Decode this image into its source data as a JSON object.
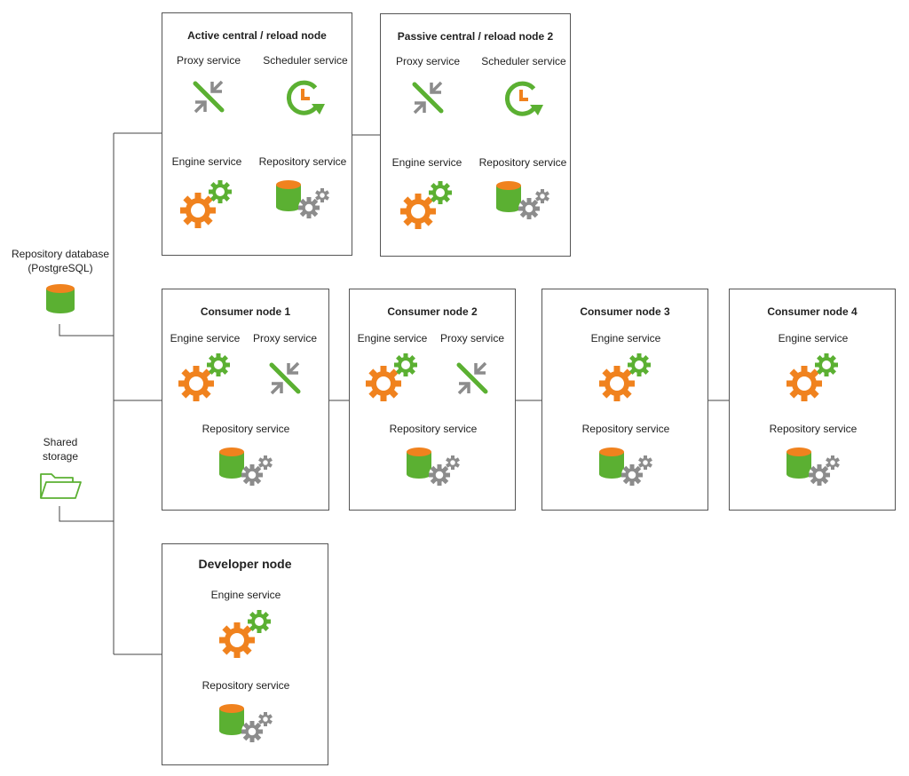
{
  "side": {
    "repo_db_label_line1": "Repository database",
    "repo_db_label_line2": "(PostgreSQL)",
    "shared_label_line1": "Shared",
    "shared_label_line2": "storage"
  },
  "nodes": {
    "active_central": {
      "title": "Active central / reload node",
      "proxy": "Proxy service",
      "scheduler": "Scheduler service",
      "engine": "Engine service",
      "repository": "Repository service"
    },
    "passive_central": {
      "title": "Passive central / reload node 2",
      "proxy": "Proxy service",
      "scheduler": "Scheduler service",
      "engine": "Engine service",
      "repository": "Repository service"
    },
    "consumer1": {
      "title": "Consumer node 1",
      "engine": "Engine service",
      "proxy": "Proxy service",
      "repository": "Repository service"
    },
    "consumer2": {
      "title": "Consumer node 2",
      "engine": "Engine service",
      "proxy": "Proxy service",
      "repository": "Repository service"
    },
    "consumer3": {
      "title": "Consumer node 3",
      "engine": "Engine service",
      "repository": "Repository service"
    },
    "consumer4": {
      "title": "Consumer node 4",
      "engine": "Engine service",
      "repository": "Repository service"
    },
    "developer": {
      "title": "Developer node",
      "engine": "Engine service",
      "repository": "Repository service"
    }
  },
  "colors": {
    "green": "#5bb032",
    "orange": "#f0821e",
    "gray": "#8c8c8c",
    "line": "#444444"
  }
}
